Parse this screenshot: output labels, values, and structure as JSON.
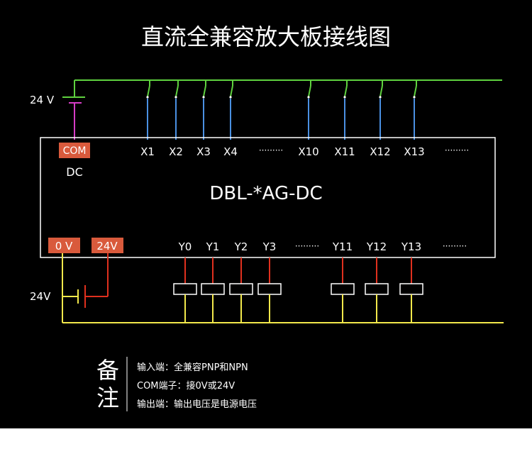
{
  "title": "直流全兼容放大板接线图",
  "colors": {
    "background": "#000000",
    "green_bus": "#5fd13f",
    "blue_wire": "#4a90e2",
    "magenta_wire": "#d63cc6",
    "red_wire": "#e0301e",
    "yellow_wire": "#f2e84b",
    "label_box": "#d95a3c",
    "white": "#ffffff"
  },
  "supply_top": {
    "voltage_label": "24 V"
  },
  "board": {
    "model": "DBL-*AG-DC",
    "com_label": "COM",
    "dc_label": "DC",
    "inputs": [
      "X1",
      "X2",
      "X3",
      "X4",
      "X10",
      "X11",
      "X12",
      "X13"
    ],
    "outputs": [
      "Y0",
      "Y1",
      "Y2",
      "Y3",
      "Y11",
      "Y12",
      "Y13"
    ],
    "zero_v_label": "0 V",
    "v24_label": "24V",
    "dots": "·········",
    "dots_short": "·········"
  },
  "supply_bottom": {
    "voltage_label": "24V"
  },
  "notes": {
    "heading_1": "备",
    "heading_2": "注",
    "lines": [
      "输入端：全兼容PNP和NPN",
      "COM端子：接0V或24V",
      "输出端：输出电压是电源电压"
    ]
  }
}
